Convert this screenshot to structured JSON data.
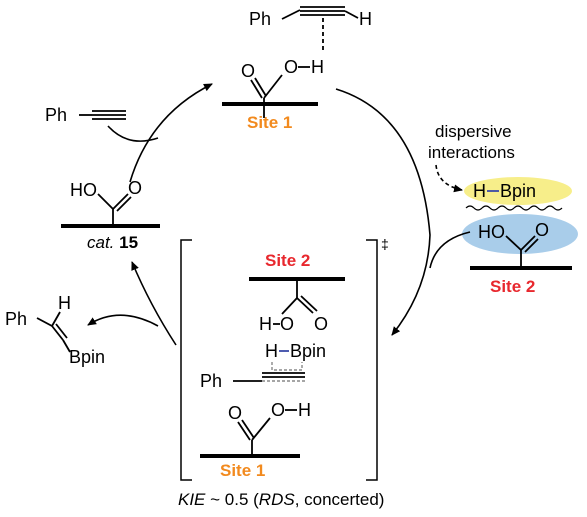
{
  "colors": {
    "site1": "#f28a1e",
    "site2": "#e8282e",
    "boron": "#3a49a8",
    "yellow_halo": "#f7ee8a",
    "blue_halo": "#a9cdea",
    "bracket": "#000000"
  },
  "labels": {
    "site1": "Site 1",
    "site2": "Site 2",
    "dagger": "‡",
    "dispersive_line1": "dispersive",
    "dispersive_line2": "interactions",
    "cat_prefix": "cat.",
    "cat_number": "15",
    "kie_prefix": "KIE",
    "kie_mid": " ~ 0.5 (",
    "kie_rds": "RDS",
    "kie_suffix": ", concerted)"
  },
  "atoms": {
    "Ph": "Ph",
    "H": "H",
    "O": "O",
    "HO": "HO",
    "Bpin": "Bpin"
  }
}
